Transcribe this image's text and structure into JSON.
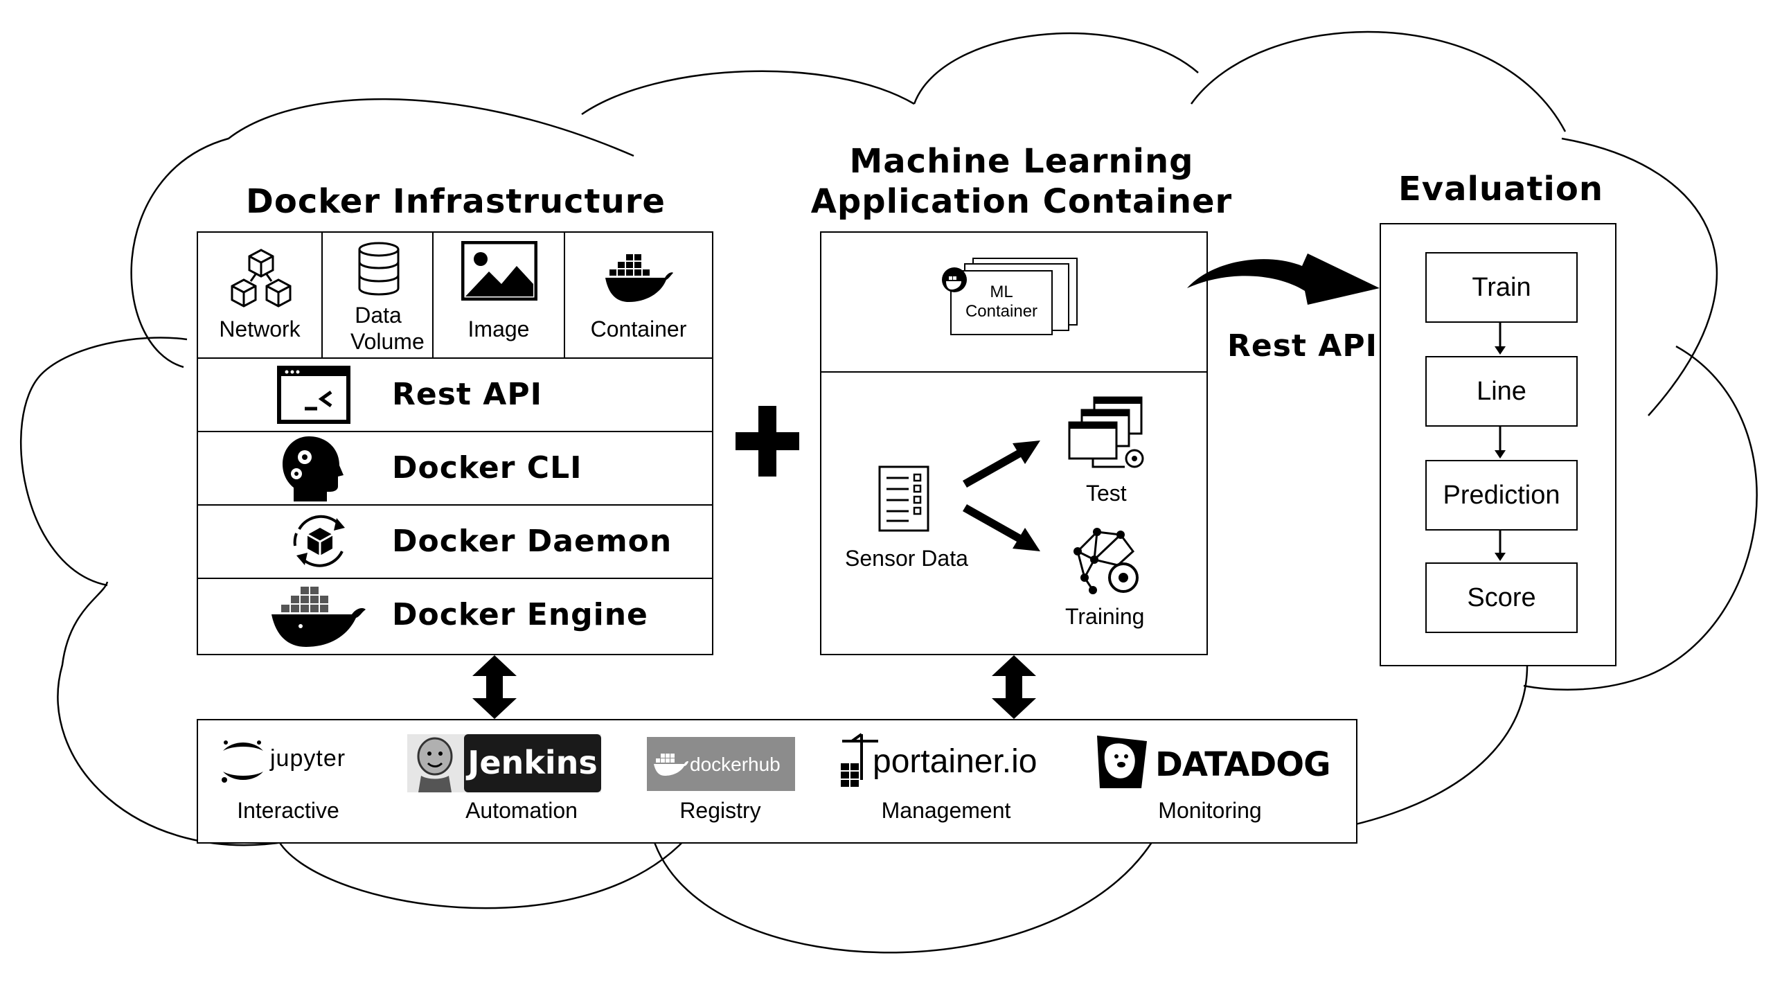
{
  "docker_infrastructure": {
    "title": "Docker Infrastructure",
    "resources": [
      {
        "label": "Network",
        "icon": "network-cubes-icon"
      },
      {
        "label": "Data Volume",
        "icon": "database-icon"
      },
      {
        "label": "Image",
        "icon": "image-icon"
      },
      {
        "label": "Container",
        "icon": "docker-whale-icon"
      }
    ],
    "layers": [
      {
        "label": "Rest API",
        "icon": "terminal-icon"
      },
      {
        "label": "Docker CLI",
        "icon": "head-gears-icon"
      },
      {
        "label": "Docker Daemon",
        "icon": "cycle-package-icon"
      },
      {
        "label": "Docker Engine",
        "icon": "docker-whale-icon"
      }
    ]
  },
  "ml_container": {
    "title_line1": "Machine Learning",
    "title_line2": "Application Container",
    "card_line1": "ML",
    "card_line2": "Container",
    "sensor_label": "Sensor Data",
    "test_label": "Test",
    "training_label": "Training"
  },
  "connector": {
    "rest_api_label": "Rest API"
  },
  "evaluation": {
    "title": "Evaluation",
    "steps": [
      "Train",
      "Line",
      "Prediction",
      "Score"
    ]
  },
  "tools": [
    {
      "logo": "jupyter",
      "label": "Interactive"
    },
    {
      "logo": "Jenkins",
      "label": "Automation"
    },
    {
      "logo": "dockerhub",
      "label": "Registry"
    },
    {
      "logo": "portainer.io",
      "label": "Management"
    },
    {
      "logo": "DATADOG",
      "label": "Monitoring"
    }
  ],
  "colors": {
    "line": "#000000",
    "background": "#ffffff",
    "jenkins_bg": "#1a1a1a",
    "dockerhub_bg": "#8c8c8c"
  }
}
